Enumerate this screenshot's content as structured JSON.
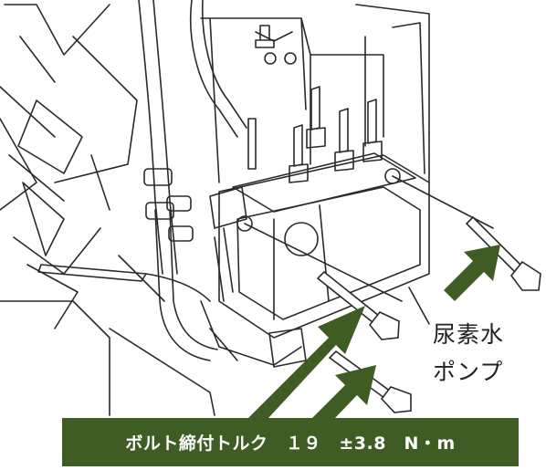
{
  "callout": {
    "line1": "尿素水",
    "line2": "ポンプ"
  },
  "torque_label": "ボルト締付トルク　１９　±3.8　N・m",
  "colors": {
    "arrow": "#3f5c25",
    "label_bg": "#3f5c25",
    "label_text": "#ffffff",
    "line_art": "#2a2a2a",
    "background": "#ffffff"
  },
  "icons": [
    "arrow-up-right-icon",
    "arrow-up-right-icon",
    "arrow-up-right-icon"
  ]
}
